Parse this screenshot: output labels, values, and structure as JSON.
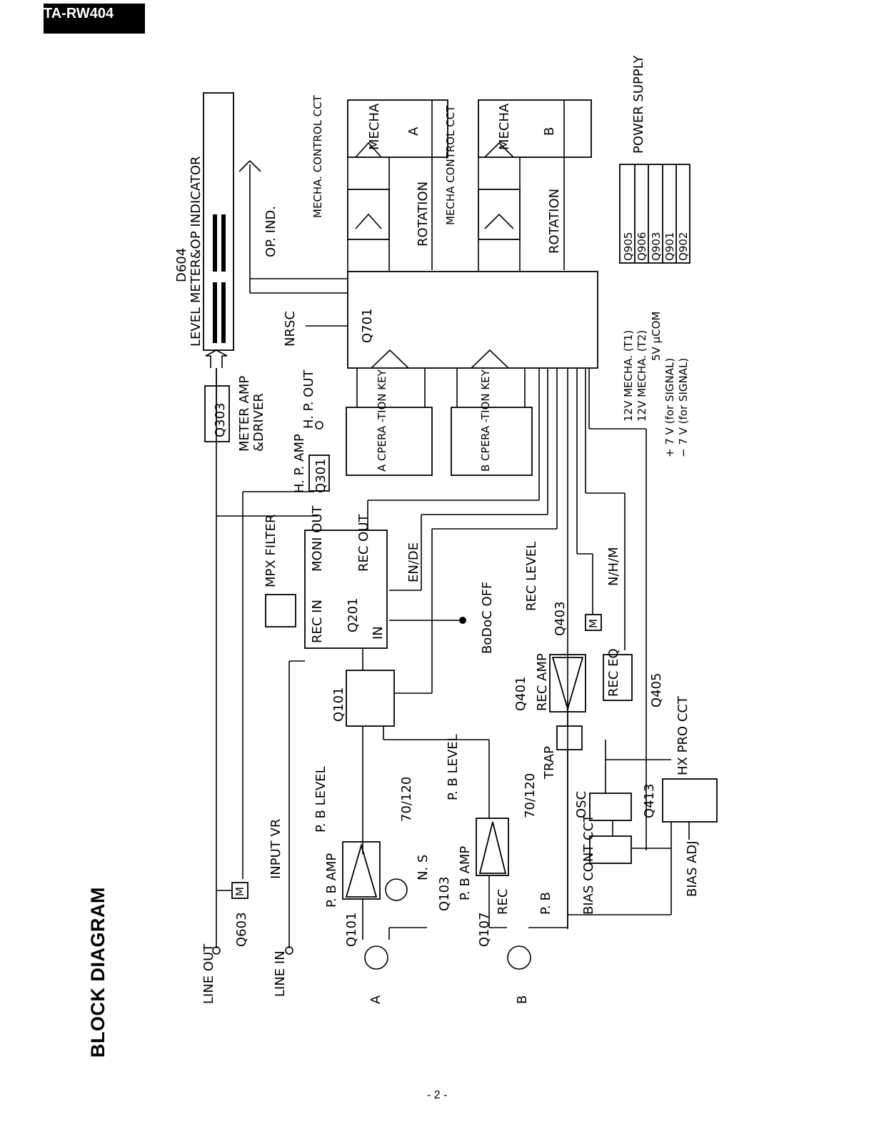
{
  "header": {
    "model": "TA-RW404",
    "section_title": "BLOCK DIAGRAM",
    "page_number": "- 2 -"
  },
  "labels": {
    "line_out": "LINE OUT",
    "line_in": "LINE IN",
    "q603": "Q603",
    "input_vr": "INPUT VR",
    "meter_amp": "METER AMP",
    "driver": "&DRIVER",
    "q303": "Q303",
    "d604": "D604",
    "level_meter": "LEVEL METER&OP INDICATOR",
    "op_ind": "OP. IND.",
    "nrsc": "NRSC",
    "q701": "Q701",
    "mecha_control_a": "MECHA. CONTROL CCT",
    "mecha_control_b": "MECHA CONTROL CCT",
    "mecha": "MECHA",
    "mecha_a": "A",
    "mecha_b": "B",
    "rotation": "ROTATION",
    "hp_amp": "H. P. AMP",
    "q301": "Q301",
    "hp_out": "H. P. OUT",
    "a_operation_key": "A CPERA -TION KEY",
    "b_operation_key": "B CPERA -TION KEY",
    "mpx_filter": "MPX FILTER",
    "q201": "Q201",
    "rec_in": "REC IN",
    "moni_out": "MONI OUT",
    "rec_out": "REC OUT",
    "in": "IN",
    "en_de": "EN/DE",
    "dolby": "BoDoC OFF",
    "q101": "Q101",
    "q401": "Q401",
    "rec_amp": "REC AMP",
    "rec_eq": "REC EQ",
    "q403": "Q403",
    "rec_level": "REC LEVEL",
    "nhm": "N/H/M",
    "q405": "Q405",
    "trap": "TRAP",
    "osc": "OSC",
    "q413": "Q413",
    "hx_pro": "HX PRO CCT",
    "bias_cont": "BIAS CONT CCT",
    "bias_adj": "BIAS ADJ",
    "pb_amp": "P. B AMP",
    "pb_level": "P. B LEVEL",
    "eq_70_120": "70/120",
    "ns": "N. S",
    "q103": "Q103",
    "q107": "Q107",
    "rec": "REC",
    "pb": "P. B",
    "head_a": "A",
    "head_b": "B",
    "power_supply": "POWER SUPPLY",
    "supply_rows": [
      {
        "q": "Q905",
        "desc": "12V MECHA. (T1)"
      },
      {
        "q": "Q906",
        "desc": "12V MECHA. (T2)"
      },
      {
        "q": "Q903",
        "desc": "5V µCOM"
      },
      {
        "q": "Q901",
        "desc": "+ 7 V (for SIGNAL)"
      },
      {
        "q": "Q902",
        "desc": "− 7 V (for SIGNAL)"
      }
    ],
    "m": "M"
  }
}
